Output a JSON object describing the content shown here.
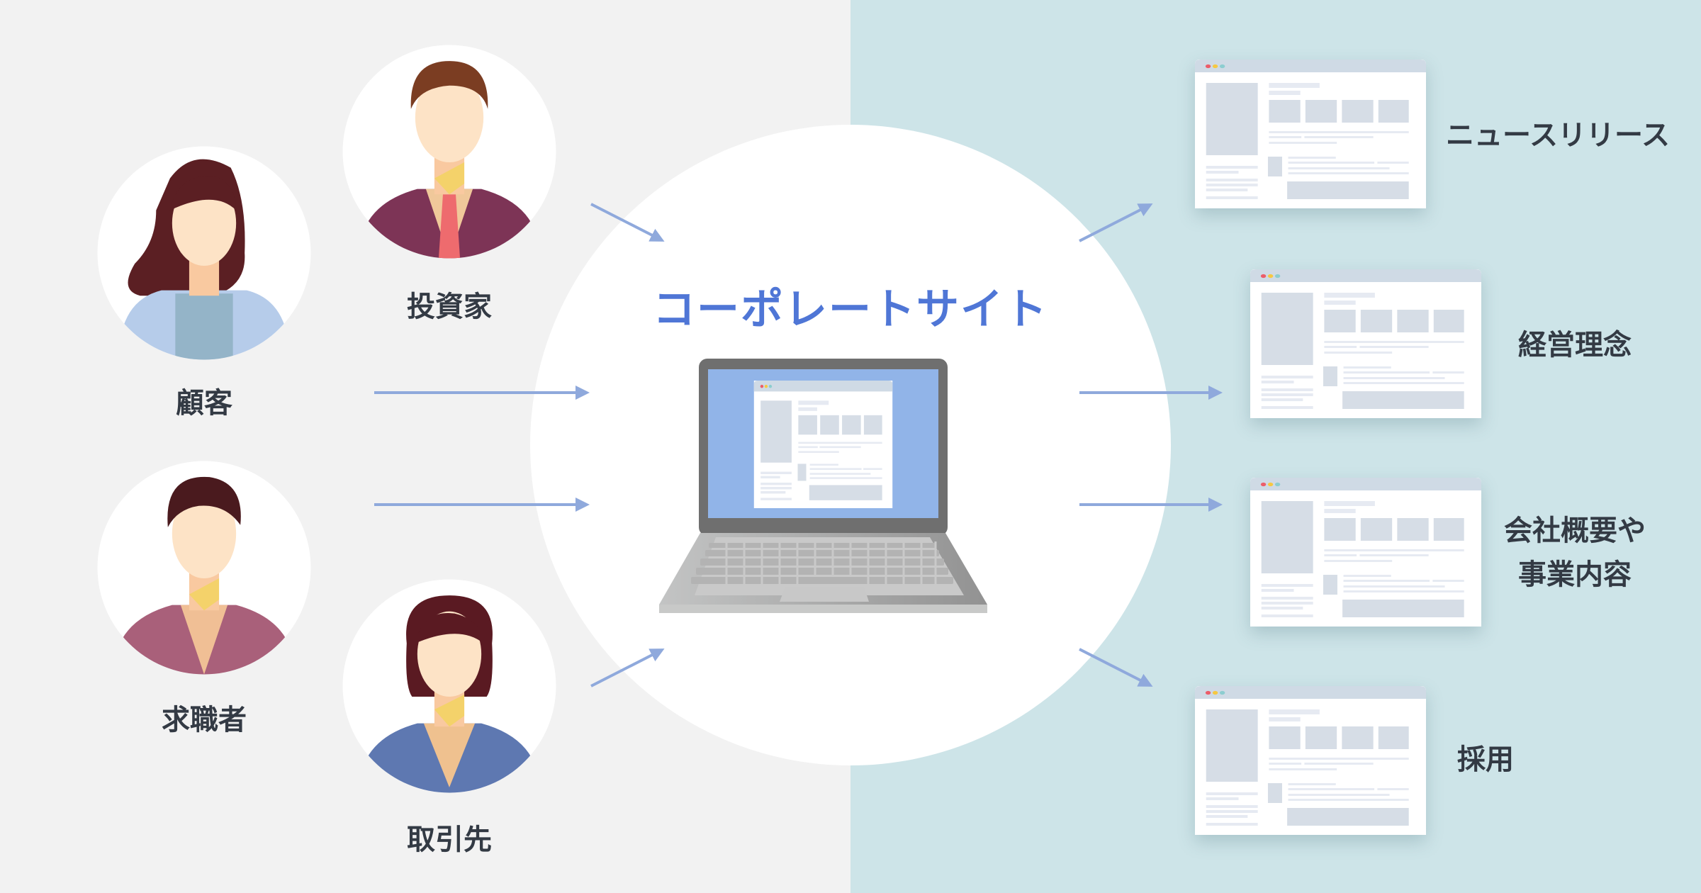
{
  "center": {
    "title": "コーポレートサイト"
  },
  "stakeholders": [
    {
      "label": "顧客"
    },
    {
      "label": "投資家"
    },
    {
      "label": "求職者"
    },
    {
      "label": "取引先"
    }
  ],
  "contents": [
    {
      "label": "ニュースリリース"
    },
    {
      "label": "経営理念"
    },
    {
      "label_line1": "会社概要や",
      "label_line2": "事業内容"
    },
    {
      "label": "採用"
    }
  ],
  "colors": {
    "accent": "#4f76d6",
    "arrow": "#8fa9dc",
    "left_bg": "#f2f2f2",
    "right_bg": "#cde4e8"
  }
}
